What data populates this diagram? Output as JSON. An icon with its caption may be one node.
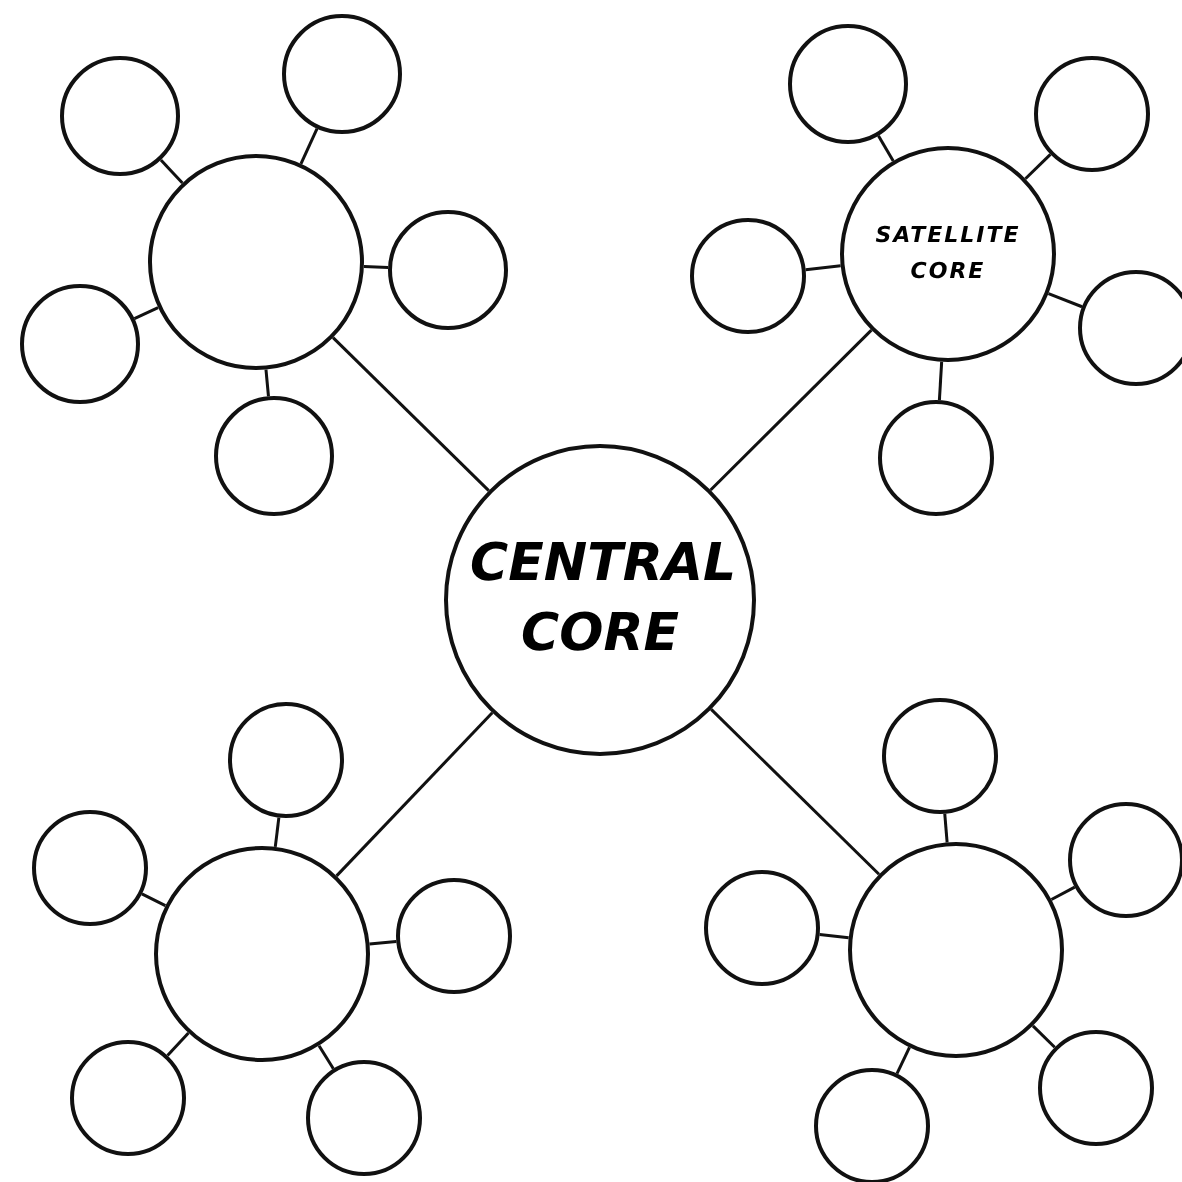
{
  "diagram": {
    "nodes": [
      {
        "text": [],
        "shape": "circle"
      },
      {
        "text": [],
        "shape": "circle"
      },
      {
        "text": [],
        "shape": "circle"
      },
      {
        "text": [],
        "shape": "circle"
      },
      {
        "text": [],
        "shape": "circle"
      },
      {
        "text": [],
        "shape": "circle"
      },
      {
        "text": [
          "SATELLITE CORE"
        ]
      },
      {
        "text": [],
        "shape": "circle"
      },
      {
        "text": [],
        "shape": "circle"
      },
      {
        "text": [],
        "shape": "circle"
      },
      {
        "text": [],
        "shape": "circle"
      },
      {
        "text": [],
        "shape": "circle"
      },
      {
        "text": [
          "CENTRAL CORE"
        ]
      },
      {
        "text": [],
        "shape": "circle"
      },
      {
        "text": [],
        "shape": "circle"
      },
      {
        "text": [],
        "shape": "circle"
      },
      {
        "text": [],
        "shape": "circle"
      },
      {
        "text": [],
        "shape": "circle"
      },
      {
        "text": [],
        "shape": "circle"
      },
      {
        "text": [],
        "shape": "circle"
      },
      {
        "text": [],
        "shape": "circle"
      },
      {
        "text": [],
        "shape": "circle"
      },
      {
        "text": [],
        "shape": "circle"
      },
      {
        "text": [],
        "shape": "circle"
      },
      {
        "text": [],
        "shape": "circle"
      }
    ],
    "edges": [
      {
        "from": 12,
        "to": 0,
        "arrow": "none"
      },
      {
        "from": 12,
        "to": 6,
        "arrow": "none"
      },
      {
        "from": 12,
        "to": 13,
        "arrow": "none"
      },
      {
        "from": 12,
        "to": 19,
        "arrow": "none"
      },
      {
        "from": 0,
        "to": 1,
        "arrow": "none"
      },
      {
        "from": 0,
        "to": 2,
        "arrow": "none"
      },
      {
        "from": 0,
        "to": 3,
        "arrow": "none"
      },
      {
        "from": 0,
        "to": 4,
        "arrow": "none"
      },
      {
        "from": 0,
        "to": 5,
        "arrow": "none"
      },
      {
        "from": 6,
        "to": 7,
        "arrow": "none"
      },
      {
        "from": 6,
        "to": 8,
        "arrow": "none"
      },
      {
        "from": 6,
        "to": 9,
        "arrow": "none"
      },
      {
        "from": 6,
        "to": 10,
        "arrow": "none"
      },
      {
        "from": 6,
        "to": 11,
        "arrow": "none"
      },
      {
        "from": 13,
        "to": 14,
        "arrow": "none"
      },
      {
        "from": 13,
        "to": 15,
        "arrow": "none"
      },
      {
        "from": 13,
        "to": 16,
        "arrow": "none"
      },
      {
        "from": 13,
        "to": 17,
        "arrow": "none"
      },
      {
        "from": 13,
        "to": 18,
        "arrow": "none"
      },
      {
        "from": 19,
        "to": 20,
        "arrow": "none"
      },
      {
        "from": 19,
        "to": 21,
        "arrow": "none"
      },
      {
        "from": 19,
        "to": 22,
        "arrow": "none"
      },
      {
        "from": 19,
        "to": 23,
        "arrow": "none"
      },
      {
        "from": 19,
        "to": 24,
        "arrow": "none"
      }
    ]
  }
}
